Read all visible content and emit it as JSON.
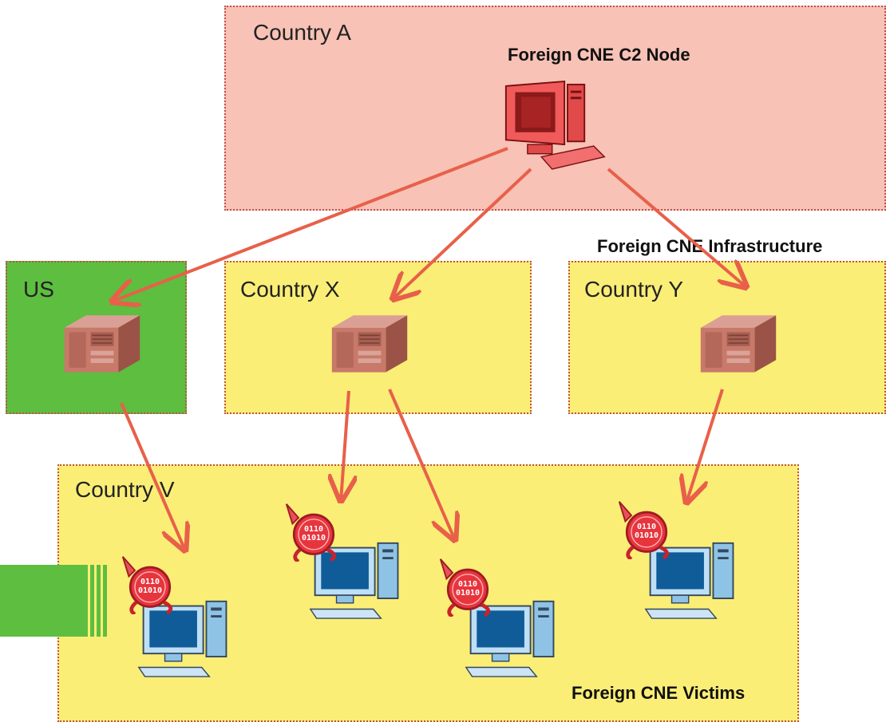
{
  "colors": {
    "country_a": "#f8c2b6",
    "us": "#5dbe3f",
    "country": "#fbee76",
    "arrow": "#e8604a",
    "border": "#c0504d"
  },
  "regions": {
    "country_a": "Country A",
    "us": "US",
    "country_x": "Country X",
    "country_y": "Country Y",
    "country_v": "Country V"
  },
  "labels": {
    "c2_node": "Foreign CNE C2 Node",
    "infrastructure": "Foreign CNE Infrastructure",
    "victims": "Foreign CNE Victims"
  },
  "icons": {
    "c2": "red-computer-icon",
    "server": "server-icon",
    "victim": "infected-computer-icon",
    "infection": "binary-virus-icon"
  },
  "victim_binary": [
    "0110",
    "01010"
  ]
}
